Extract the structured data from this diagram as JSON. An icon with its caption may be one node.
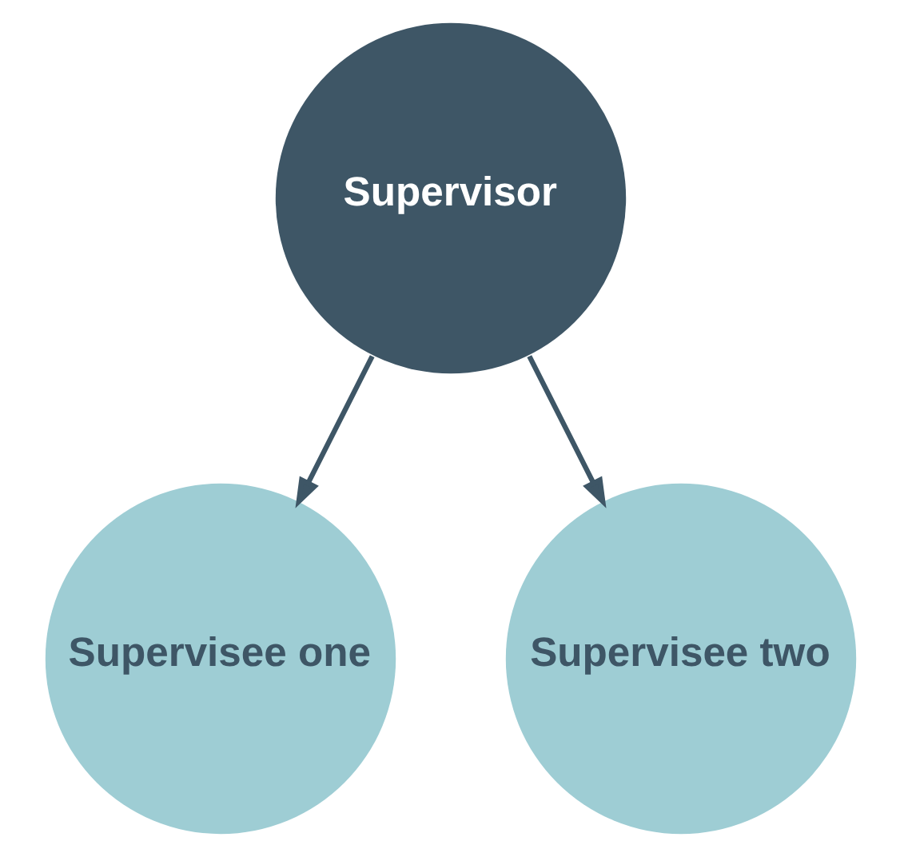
{
  "diagram": {
    "nodes": [
      {
        "text": [
          "Supervisor"
        ]
      },
      {
        "text": [
          "Supervisee one"
        ]
      },
      {
        "text": [
          "Supervisee two"
        ]
      }
    ],
    "edges": [
      {
        "from": 0,
        "to": 1,
        "arrow": "to"
      },
      {
        "from": 0,
        "to": 2,
        "arrow": "to"
      }
    ]
  }
}
